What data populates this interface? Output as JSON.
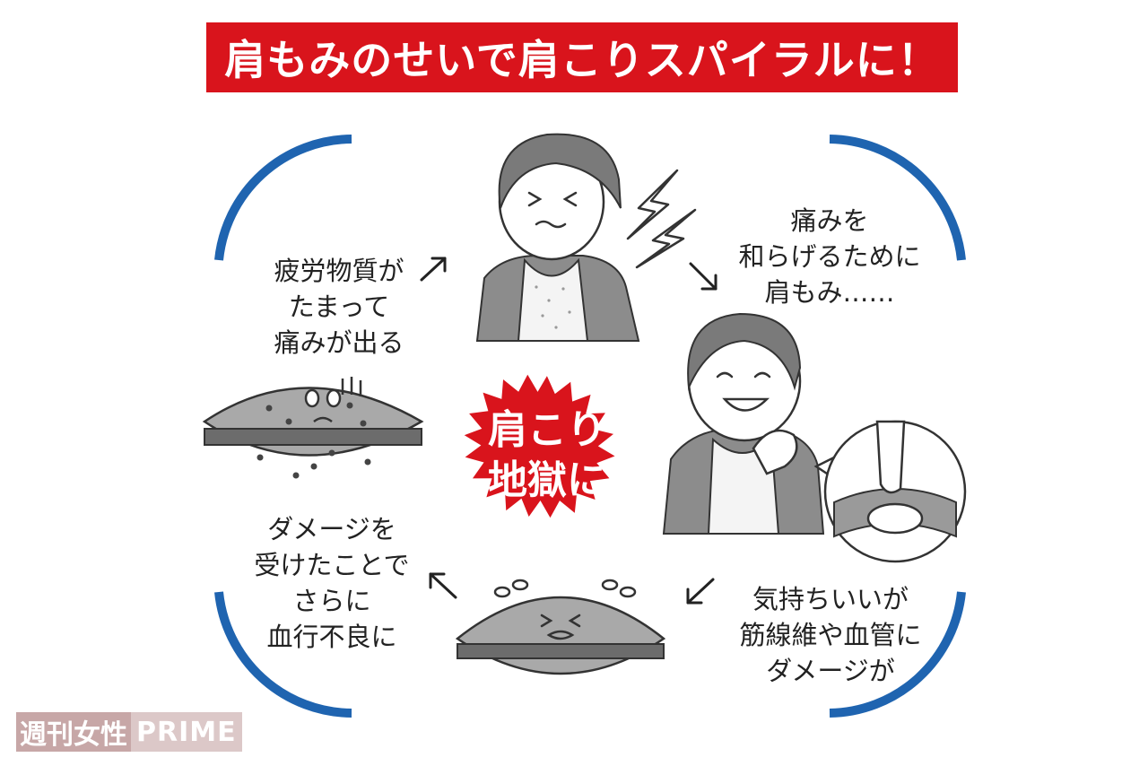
{
  "title": "肩もみのせいで肩こりスパイラルに！",
  "steps": {
    "pain": [
      "痛みを",
      "和らげるために",
      "肩もみ……"
    ],
    "damage": [
      "気持ちいいが",
      "筋線維や血管に",
      "ダメージが"
    ],
    "worse": [
      "ダメージを",
      "受けたことで",
      "さらに",
      "血行不良に"
    ],
    "fatigue": [
      "疲労物質が",
      "たまって",
      "痛みが出る"
    ]
  },
  "center": [
    "肩こり",
    "地獄に"
  ],
  "watermark": {
    "part1": "週刊女性",
    "part2": "PRIME"
  },
  "colors": {
    "accent_red": "#d9141c",
    "cycle_blue": "#1f64b0"
  }
}
